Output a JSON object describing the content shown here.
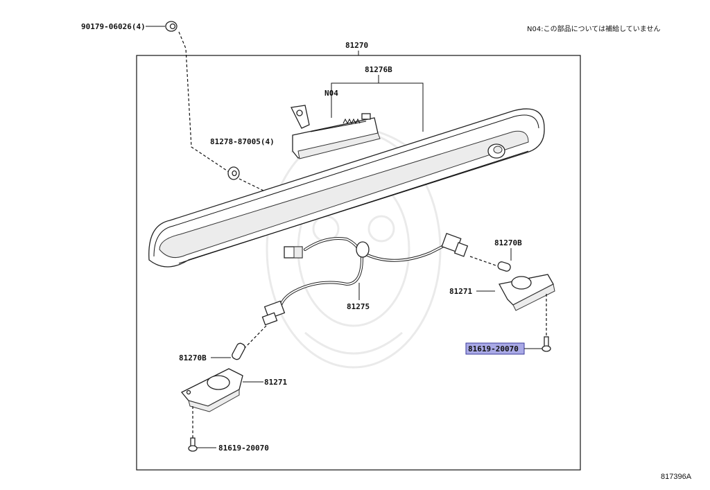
{
  "note": "N04:この部品については補給していません",
  "figure_code": "817396A",
  "labels": {
    "bolt_top": "90179-06026(4)",
    "assembly": "81270",
    "sub_assembly": "81276B",
    "n04": "N04",
    "clip": "81278-87005(4)",
    "bulb_right": "81270B",
    "lamp_right": "81271",
    "harness": "81275",
    "screw_right": "81619-20070",
    "bulb_left": "81270B",
    "lamp_left": "81271",
    "screw_left": "81619-20070"
  },
  "highlight_color": "#a9a9e6"
}
